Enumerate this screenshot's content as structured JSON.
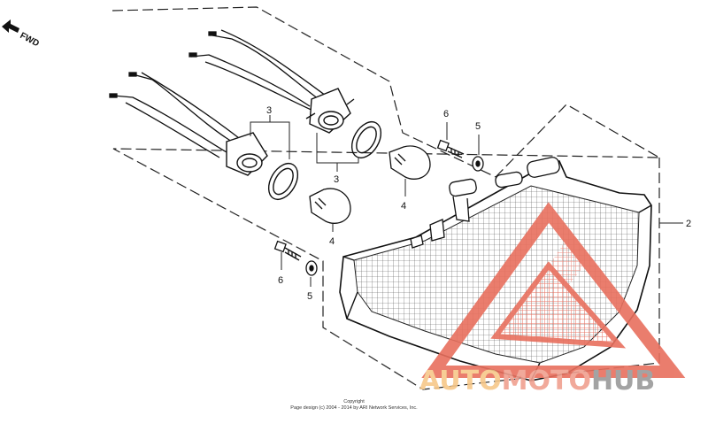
{
  "direction_label": "FWD",
  "callouts": {
    "lamp_assembly": "2",
    "socket_upper": "3",
    "socket_lower": "3",
    "bulb_upper": "4",
    "bulb_lower": "4",
    "washer_upper": "5",
    "washer_lower": "5",
    "bolt_upper": "6",
    "bolt_lower": "6"
  },
  "copyright": {
    "line1": "Copyright",
    "line2": "Page design (c) 2004 - 2014 by ARI Network Services, Inc."
  },
  "watermark": {
    "part1": "AUTO",
    "part2": "MOTO",
    "part3": "HUB",
    "color_primary": "#f0a090",
    "color_secondary": "#f7c88a",
    "color_dark": "#9a9a9a"
  }
}
